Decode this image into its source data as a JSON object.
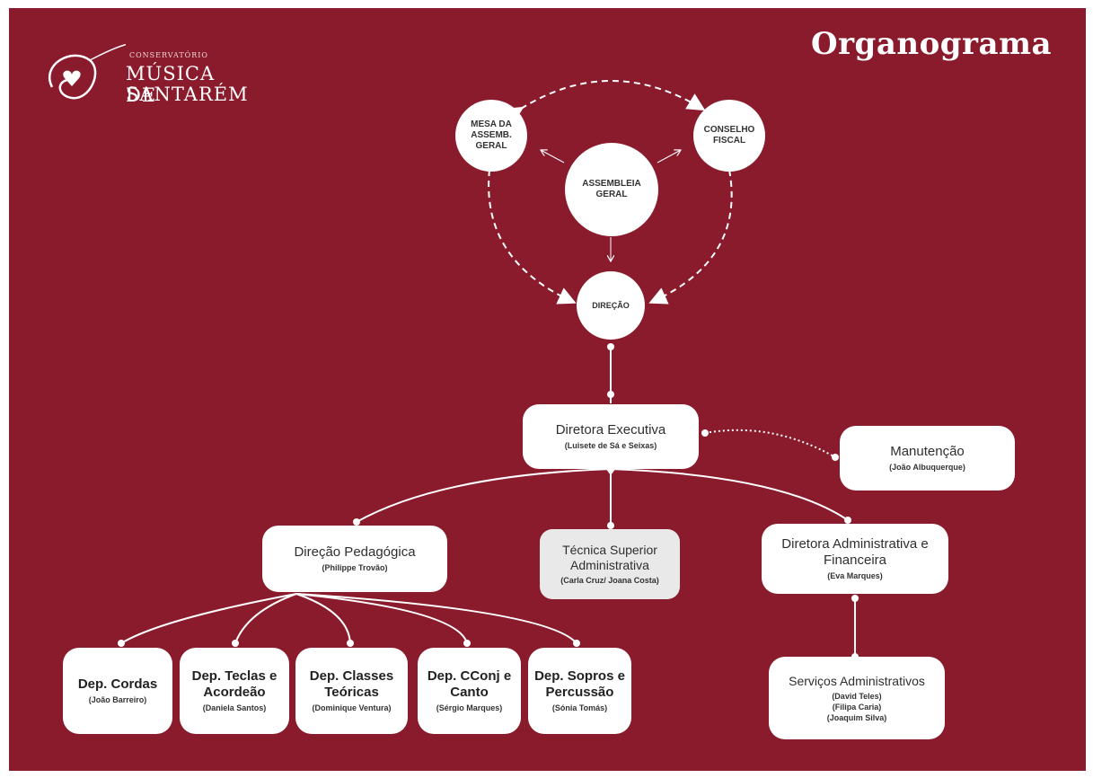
{
  "header": {
    "title": "Organograma"
  },
  "logo": {
    "line1": "CONSERVATÓRIO",
    "line2": "MÚSICA DE",
    "line3": "SANTARÉM"
  },
  "nodes": {
    "mesa": "MESA DA\nASSEMB.\nGERAL",
    "conselho": "CONSELHO\nFISCAL",
    "assembleia": "ASSEMBLEIA\nGERAL",
    "direcao": "DIREÇÃO",
    "diretora_executiva": {
      "title": "Diretora Executiva",
      "person": "(Luisete de Sá e Seixas)"
    },
    "manutencao": {
      "title": "Manutenção",
      "person": "(João Albuquerque)"
    },
    "direcao_pedagogica": {
      "title": "Direção Pedagógica",
      "person": "(Philippe Trovão)"
    },
    "tecnica": {
      "title": "Técnica Superior Administrativa",
      "person": "(Carla Cruz/ Joana Costa)"
    },
    "diretora_admin": {
      "title": "Diretora Administrativa e Financeira",
      "person": "(Eva Marques)"
    },
    "servicos": {
      "title": "Serviços Administrativos",
      "person": "(David Teles)\n(Filipa Caria)\n(Joaquim Silva)"
    },
    "dep_cordas": {
      "title": "Dep. Cordas",
      "person": "(João Barreiro)"
    },
    "dep_teclas": {
      "title": "Dep. Teclas e Acordeão",
      "person": "(Daniela Santos)"
    },
    "dep_classes": {
      "title": "Dep. Classes Teóricas",
      "person": "(Dominique Ventura)"
    },
    "dep_cconj": {
      "title": "Dep. CConj e Canto",
      "person": "(Sérgio Marques)"
    },
    "dep_sopros": {
      "title": "Dep. Sopros e Percussão",
      "person": "(Sónia Tomás)"
    }
  }
}
